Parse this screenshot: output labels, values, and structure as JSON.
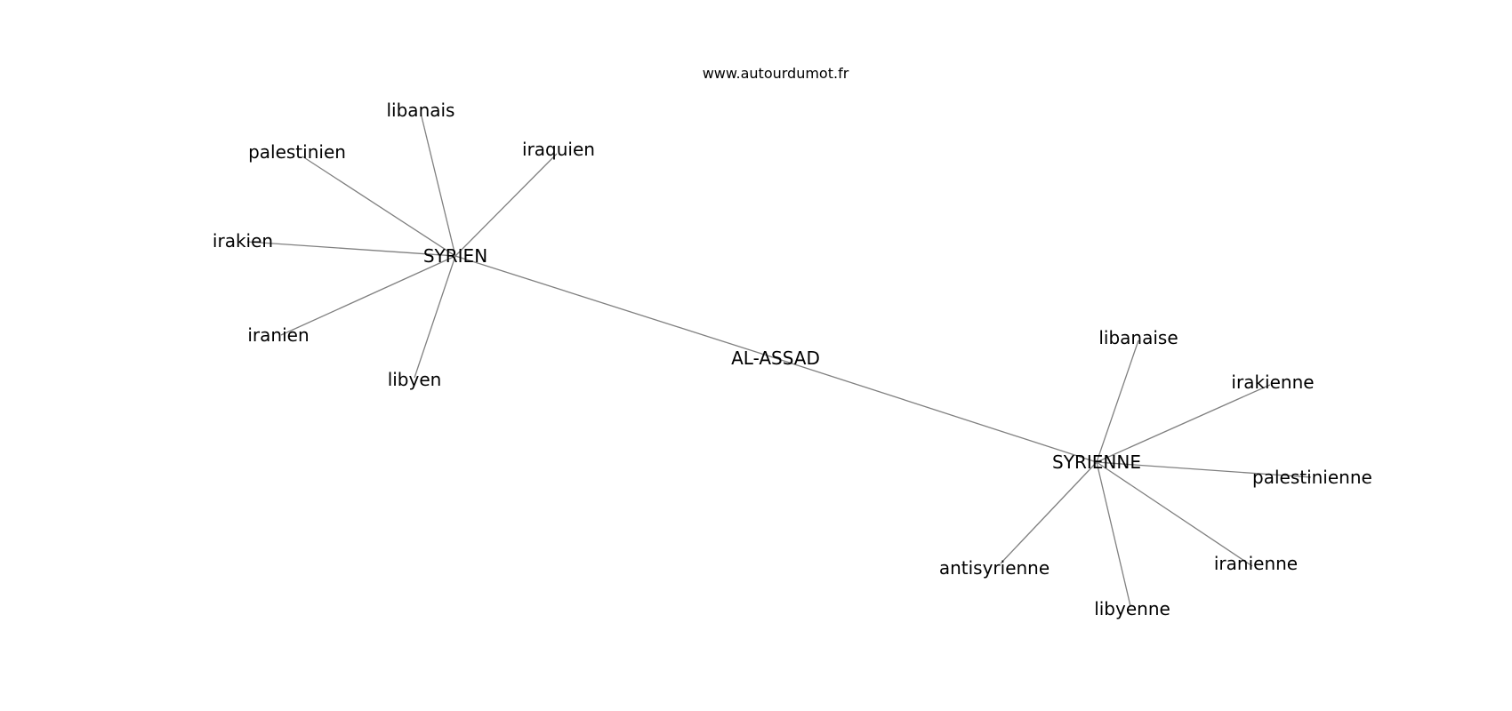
{
  "watermark": "www.autourdumot.fr",
  "graph": {
    "nodes": [
      {
        "id": "al-assad",
        "label": "AL-ASSAD"
      },
      {
        "id": "syrien",
        "label": "SYRIEN"
      },
      {
        "id": "syrienne",
        "label": "SYRIENNE"
      },
      {
        "id": "libanais",
        "label": "libanais"
      },
      {
        "id": "palestinien",
        "label": "palestinien"
      },
      {
        "id": "iraquien",
        "label": "iraquien"
      },
      {
        "id": "irakien",
        "label": "irakien"
      },
      {
        "id": "iranien",
        "label": "iranien"
      },
      {
        "id": "libyen",
        "label": "libyen"
      },
      {
        "id": "libanaise",
        "label": "libanaise"
      },
      {
        "id": "irakienne",
        "label": "irakienne"
      },
      {
        "id": "palestinienne",
        "label": "palestinienne"
      },
      {
        "id": "iranienne",
        "label": "iranienne"
      },
      {
        "id": "libyenne",
        "label": "libyenne"
      },
      {
        "id": "antisyrienne",
        "label": "antisyrienne"
      }
    ],
    "edges": [
      [
        "syrien",
        "al-assad"
      ],
      [
        "al-assad",
        "syrienne"
      ],
      [
        "syrien",
        "libanais"
      ],
      [
        "syrien",
        "palestinien"
      ],
      [
        "syrien",
        "iraquien"
      ],
      [
        "syrien",
        "irakien"
      ],
      [
        "syrien",
        "iranien"
      ],
      [
        "syrien",
        "libyen"
      ],
      [
        "syrienne",
        "libanaise"
      ],
      [
        "syrienne",
        "irakienne"
      ],
      [
        "syrienne",
        "palestinienne"
      ],
      [
        "syrienne",
        "iranienne"
      ],
      [
        "syrienne",
        "libyenne"
      ],
      [
        "syrienne",
        "antisyrienne"
      ]
    ]
  }
}
